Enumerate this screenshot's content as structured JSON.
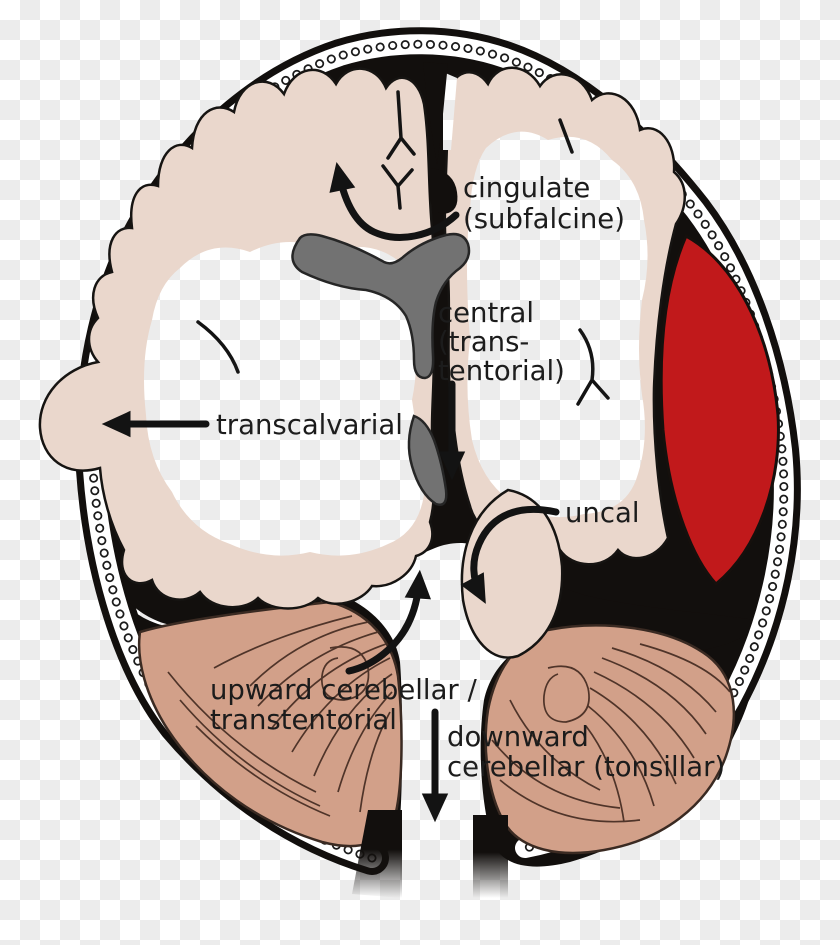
{
  "figure": {
    "title": "Brain herniation types (coronal section diagram)",
    "background": "transparency-checkerboard"
  },
  "labels": {
    "cingulate": {
      "line1": "cingulate",
      "line2": "(subfalcine)"
    },
    "central": {
      "line1": "central",
      "line2": "(trans-",
      "line3": "tentorial)"
    },
    "transcalvarial": {
      "text": "transcalvarial"
    },
    "uncal": {
      "text": "uncal"
    },
    "upward": {
      "line1": "upward cerebellar /",
      "line2": "transtentorial"
    },
    "downward": {
      "line1": "downward",
      "line2": "cerebellar (tonsillar)"
    }
  },
  "annotations": [
    {
      "label": "cingulate (subfalcine)",
      "arrow": "curved, pointing up-left under falx"
    },
    {
      "label": "central (trans-tentorial)",
      "arrow": "straight, pointing down at midline"
    },
    {
      "label": "transcalvarial",
      "arrow": "straight, pointing left through skull defect"
    },
    {
      "label": "uncal",
      "arrow": "curved, pointing down around uncus"
    },
    {
      "label": "upward cerebellar / transtentorial",
      "arrow": "curved, pointing up from cerebellum"
    },
    {
      "label": "downward cerebellar (tonsillar)",
      "arrow": "straight, pointing down through foramen magnum"
    }
  ],
  "colors": {
    "cerebrum": "#ead7cc",
    "cerebellum": "#d2a089",
    "cerebellum_lines": "#4f3429",
    "hematoma_red": "#c1191b",
    "ventricle_gray": "#727272",
    "ink_black": "#131313",
    "skull_black": "#120f0d",
    "diploe_white": "#ffffff",
    "checker_gray": "#ececec"
  }
}
